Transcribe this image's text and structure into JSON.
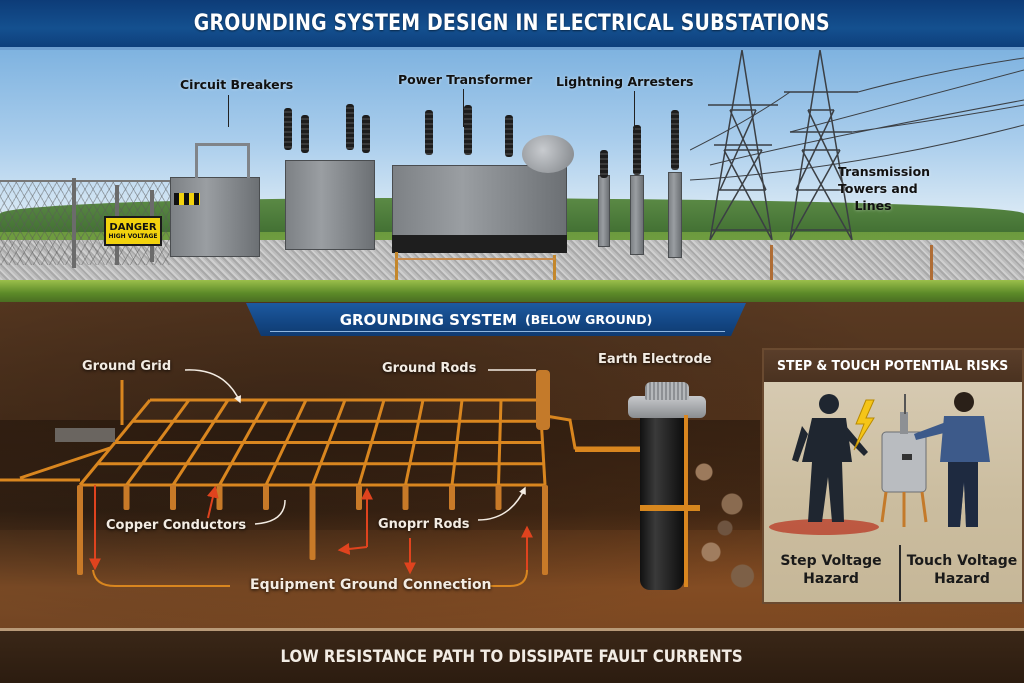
{
  "title": "GROUNDING SYSTEM DESIGN IN ELECTRICAL SUBSTATIONS",
  "above_ground": {
    "labels": {
      "circuit_breakers": "Circuit Breakers",
      "power_transformer": "Power Transformer",
      "lightning_arresters": "Lightning Arresters",
      "transmission_line1": "Transmission",
      "transmission_line2": "Towers and",
      "transmission_line3": "Lines"
    },
    "danger_sign": {
      "line1": "DANGER",
      "line2": "HIGH VOLTAGE"
    }
  },
  "below_ground": {
    "banner_main": "GROUNDING SYSTEM",
    "banner_paren": "(BELOW GROUND)",
    "labels": {
      "ground_grid": "Ground Grid",
      "ground_rods": "Ground Rods",
      "earth_electrode": "Earth Electrode",
      "copper_conductors": "Copper Conductors",
      "gnoprr_rods": "Gnoprr Rods",
      "equipment_ground_connection": "Equipment Ground Connection"
    }
  },
  "risk_panel": {
    "header": "STEP & TOUCH POTENTIAL RISKS",
    "step_line1": "Step Voltage",
    "step_line2": "Hazard",
    "touch_line1": "Touch Voltage",
    "touch_line2": "Hazard"
  },
  "footer": "LOW RESISTANCE PATH TO DISSIPATE FAULT CURRENTS",
  "colors": {
    "banner_blue": "#14508f",
    "copper": "#d9861f",
    "soil": "#4a2f1b",
    "hazard_yellow": "#f2d20e",
    "arrow_red": "#e0431e"
  }
}
